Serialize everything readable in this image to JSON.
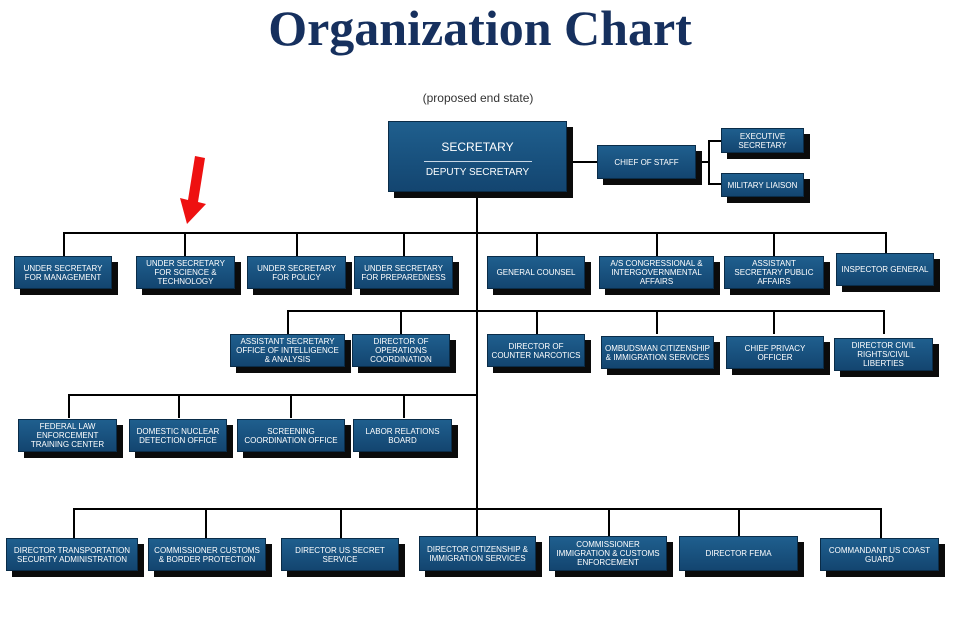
{
  "title": "Organization Chart",
  "subtitle": "(proposed end state)",
  "colors": {
    "box_fill": "#1a5480",
    "shadow": "#0b0b0b",
    "title": "#16305e",
    "arrow": "#ee1111"
  },
  "icons": {
    "arrow": "red-down-arrow-icon"
  },
  "top": {
    "secretary": "SECRETARY",
    "deputy": "DEPUTY SECRETARY",
    "chief_of_staff": "CHIEF OF STAFF",
    "executive_secretary": "EXECUTIVE SECRETARY",
    "military_liaison": "MILITARY LIAISON"
  },
  "row1": [
    "UNDER SECRETARY FOR MANAGEMENT",
    "UNDER SECRETARY FOR SCIENCE & TECHNOLOGY",
    "UNDER SECRETARY FOR POLICY",
    "UNDER SECRETARY FOR PREPAREDNESS",
    "GENERAL COUNSEL",
    "A/S CONGRESSIONAL & INTERGOVERNMENTAL AFFAIRS",
    "ASSISTANT SECRETARY PUBLIC AFFAIRS",
    "INSPECTOR GENERAL"
  ],
  "row2": [
    "ASSISTANT SECRETARY OFFICE OF INTELLIGENCE & ANALYSIS",
    "DIRECTOR OF OPERATIONS COORDINATION",
    "DIRECTOR OF COUNTER NARCOTICS",
    "OMBUDSMAN CITIZENSHIP & IMMIGRATION SERVICES",
    "CHIEF PRIVACY OFFICER",
    "DIRECTOR CIVIL RIGHTS/CIVIL LIBERTIES"
  ],
  "row3": [
    "FEDERAL LAW ENFORCEMENT TRAINING CENTER",
    "DOMESTIC NUCLEAR DETECTION OFFICE",
    "SCREENING COORDINATION OFFICE",
    "LABOR RELATIONS BOARD"
  ],
  "row4": [
    "DIRECTOR TRANSPORTATION SECURITY ADMINISTRATION",
    "COMMISSIONER CUSTOMS & BORDER PROTECTION",
    "DIRECTOR US SECRET SERVICE",
    "DIRECTOR CITIZENSHIP & IMMIGRATION SERVICES",
    "COMMISSIONER IMMIGRATION & CUSTOMS ENFORCEMENT",
    "DIRECTOR FEMA",
    "COMMANDANT US COAST GUARD"
  ]
}
